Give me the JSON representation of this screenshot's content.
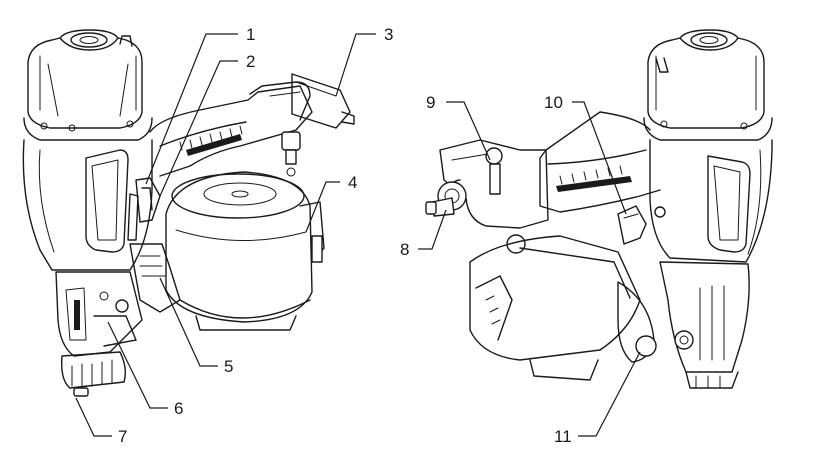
{
  "callouts": {
    "c1": "1",
    "c2": "2",
    "c3": "3",
    "c4": "4",
    "c5": "5",
    "c6": "6",
    "c7": "7",
    "c8": "8",
    "c9": "9",
    "c10": "10",
    "c11": "11"
  },
  "style": {
    "ink_color": "#1a1a1a",
    "background": "#ffffff"
  }
}
